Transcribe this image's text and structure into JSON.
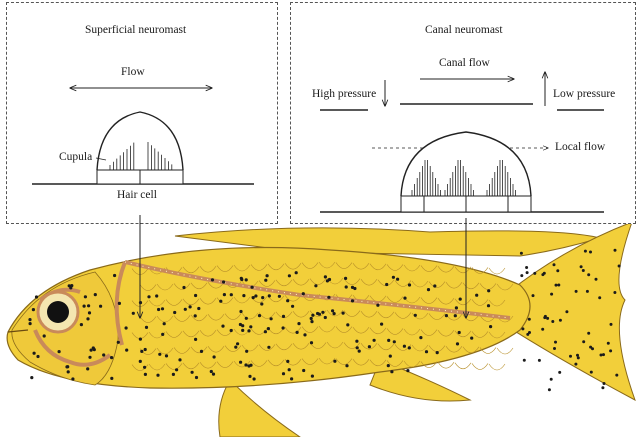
{
  "superficial": {
    "title": "Superficial neuromast",
    "flow_label": "Flow",
    "cupula_label": "Cupula",
    "hair_cell_label": "Hair cell"
  },
  "canal": {
    "title": "Canal neuromast",
    "canal_flow_label": "Canal flow",
    "high_pressure_label": "High pressure",
    "low_pressure_label": "Low pressure",
    "local_flow_label": "Local flow"
  },
  "colors": {
    "fish_body": "#f2cf3a",
    "fish_shadow": "#d9a92a",
    "lateral_line": "#c98a5a",
    "dots": "#1b1b1b",
    "line": "#222222"
  }
}
